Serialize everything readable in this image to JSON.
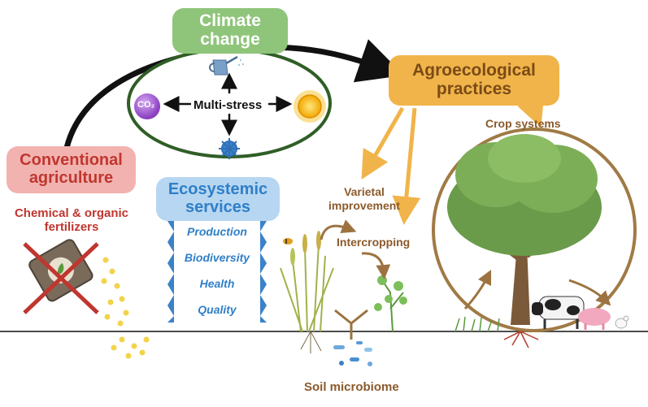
{
  "diagram": {
    "climate_change": "Climate change",
    "agroecological_practices": "Agroecological practices",
    "conventional_agriculture": "Conventional agriculture",
    "ecosystemic_services": "Ecosystemic services",
    "multi_stress": "Multi-stress",
    "co2": "CO₂",
    "crop_systems": "Crop systems",
    "varietal_improvement": "Varietal improvement",
    "intercropping": "Intercropping",
    "soil_microbiome": "Soil microbiome",
    "fertilizers": "Chemical & organic fertilizers",
    "services": [
      "Production",
      "Biodiversity",
      "Health",
      "Quality"
    ]
  },
  "colors": {
    "climate_green": "#8fc57a",
    "agro_orange": "#f0b44a",
    "conventional_red": "#c0362f",
    "eco_blue": "#2f7fc8",
    "crop_brown": "#a07a45",
    "ellipse_green": "#2f5e26"
  },
  "icons": [
    "watering-can-icon",
    "co2-bubble-icon",
    "sun-icon",
    "virus-icon",
    "tree-icon",
    "cow-icon",
    "pig-icon",
    "chicken-icon",
    "fertilizer-bag-icon",
    "wheat-icon",
    "pea-plant-icon",
    "bee-icon",
    "microbe-icon"
  ]
}
